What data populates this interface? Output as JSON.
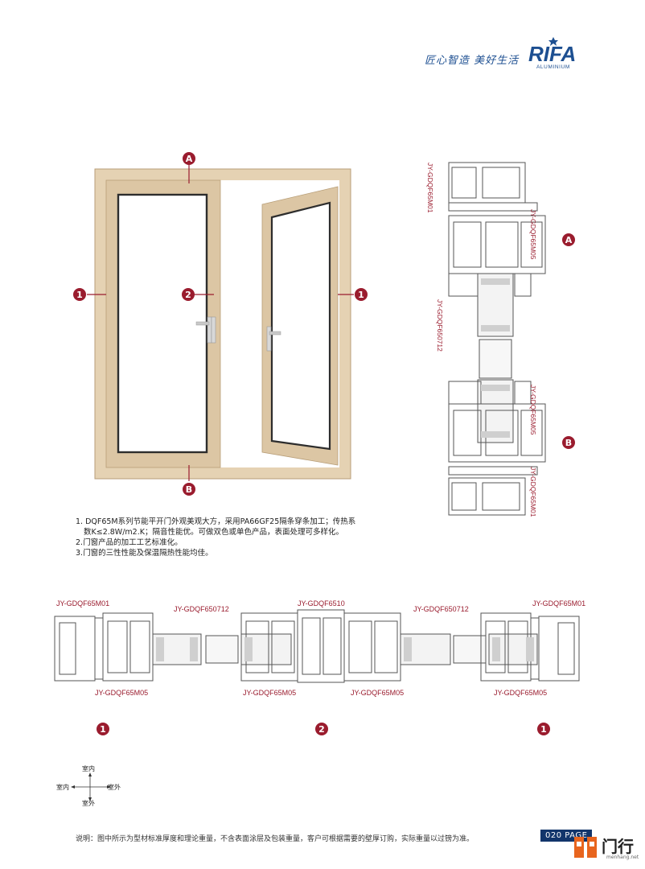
{
  "header": {
    "slogan": "匠心智造  美好生活",
    "logo_text": "RIFA",
    "logo_sub": "ALUMINIUM"
  },
  "door_markers": {
    "top": "A",
    "bottom": "B",
    "left": "1",
    "center": "2",
    "right": "1"
  },
  "vertical_section": {
    "labels": [
      "JY-GDQF65M01",
      "JY-GDQF65M05",
      "JY-GDQF650712",
      "JY-GDQF65M05",
      "JY-GDQF65M01"
    ],
    "marker_a": "A",
    "marker_b": "B"
  },
  "description": {
    "lines": [
      "1. DQF65M系列节能平开门外观美观大方，采用PA66GF25隔条穿条加工；传热系",
      "数K≤2.8W/m2.K；隔音性能优。可做双色或单色产品，表面处理可多样化。",
      "2.门窗产品的加工工艺标准化。",
      "3.门窗的三性性能及保温隔热性能均佳。"
    ]
  },
  "horizontal_section": {
    "top_labels": [
      "JY-GDQF65M01",
      "JY-GDQF650712",
      "JY-GDQF6510",
      "JY-GDQF650712",
      "JY-GDQF65M01"
    ],
    "bottom_labels": [
      "JY-GDQF65M05",
      "JY-GDQF65M05",
      "JY-GDQF65M05",
      "JY-GDQF65M05"
    ],
    "markers": [
      "1",
      "2",
      "1"
    ]
  },
  "direction_legend": {
    "up": "室内",
    "down": "室外",
    "left": "室内",
    "right": "室外"
  },
  "footer": {
    "note": "说明：图中所示为型材标准厚度和理论重量，不含表面涂层及包装重量，客户可根据需要的壁厚订购，实际重量以过镑为准。",
    "page": "020 PAGE",
    "site_name": "门行",
    "site_url": "menhang.net"
  },
  "colors": {
    "accent_red": "#9a1c2e",
    "brand_blue": "#1d4f91",
    "frame_gold": "#dcc6a4"
  }
}
